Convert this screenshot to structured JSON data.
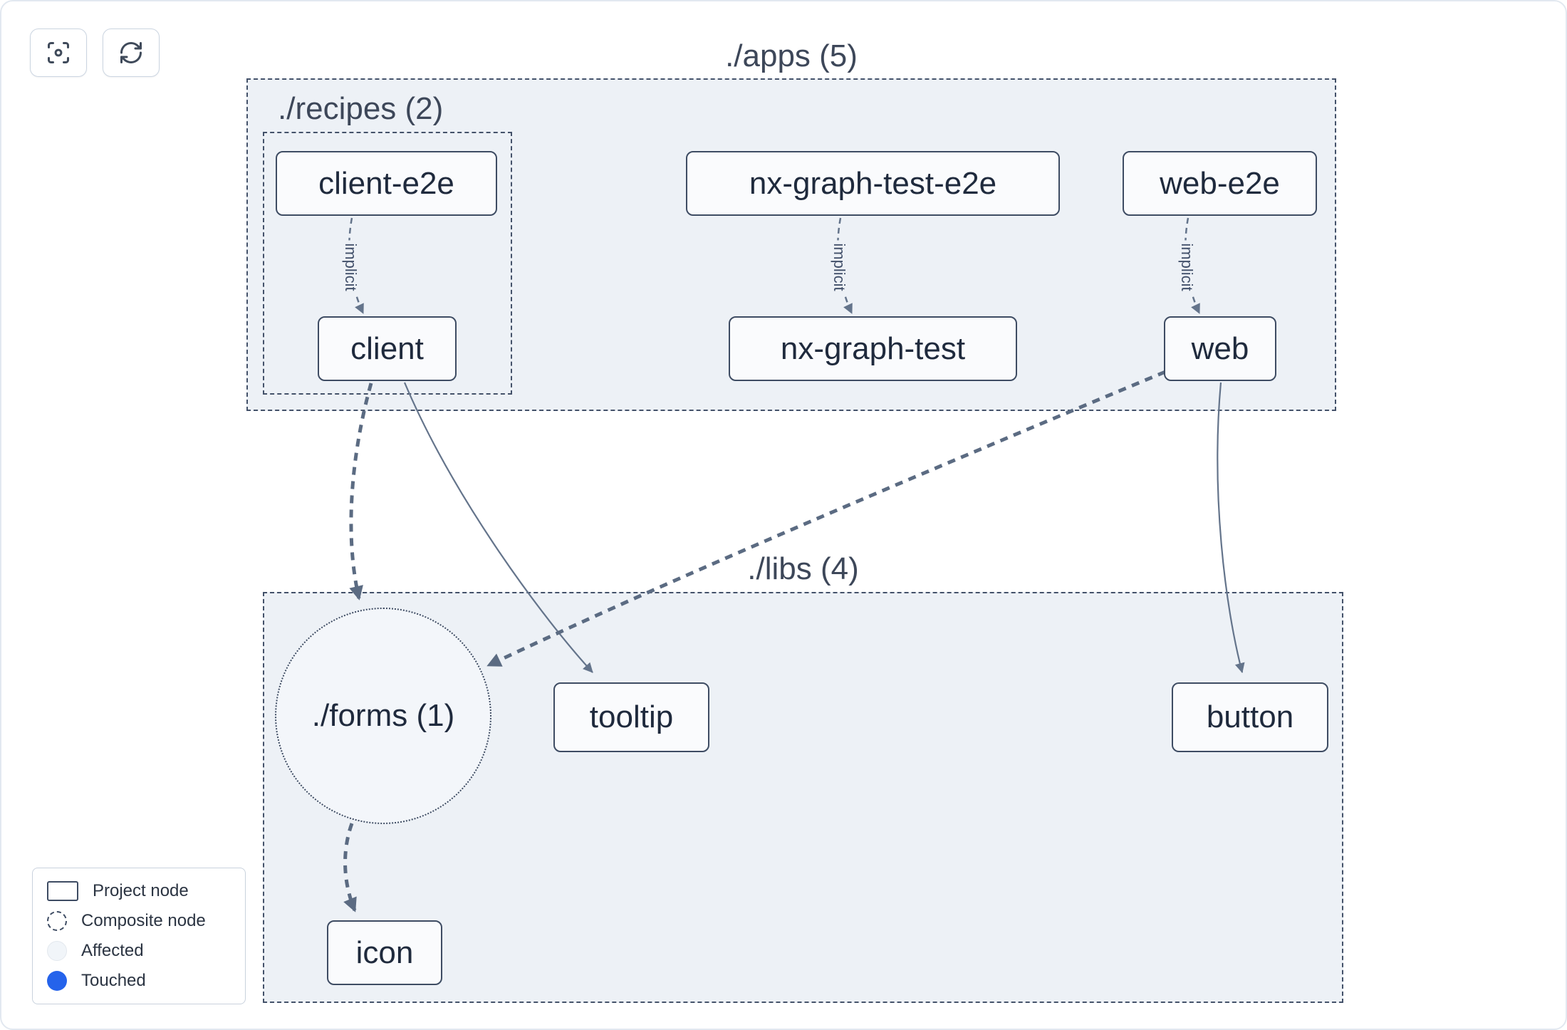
{
  "toolbar": {
    "focus_button": {
      "icon": "focus-icon"
    },
    "refresh_button": {
      "icon": "refresh-icon"
    }
  },
  "graph": {
    "groups": {
      "apps": {
        "label": "./apps (5)"
      },
      "recipes": {
        "label": "./recipes (2)"
      },
      "libs": {
        "label": "./libs (4)"
      }
    },
    "nodes": {
      "client_e2e": {
        "label": "client-e2e",
        "type": "project"
      },
      "nx_graph_test_e2e": {
        "label": "nx-graph-test-e2e",
        "type": "project"
      },
      "web_e2e": {
        "label": "web-e2e",
        "type": "project"
      },
      "client": {
        "label": "client",
        "type": "project"
      },
      "nx_graph_test": {
        "label": "nx-graph-test",
        "type": "project"
      },
      "web": {
        "label": "web",
        "type": "project"
      },
      "forms": {
        "label": "./forms (1)",
        "type": "composite"
      },
      "tooltip": {
        "label": "tooltip",
        "type": "project"
      },
      "button": {
        "label": "button",
        "type": "project"
      },
      "icon": {
        "label": "icon",
        "type": "project"
      }
    },
    "edges": [
      {
        "from": "client-e2e",
        "to": "client",
        "label": "implicit",
        "style": "implicit"
      },
      {
        "from": "nx-graph-test-e2e",
        "to": "nx-graph-test",
        "label": "implicit",
        "style": "implicit"
      },
      {
        "from": "web-e2e",
        "to": "web",
        "label": "implicit",
        "style": "implicit"
      },
      {
        "from": "client",
        "to": "./forms (1)",
        "label": "",
        "style": "composite"
      },
      {
        "from": "client",
        "to": "tooltip",
        "label": "",
        "style": "static"
      },
      {
        "from": "web",
        "to": "./forms (1)",
        "label": "",
        "style": "composite"
      },
      {
        "from": "web",
        "to": "button",
        "label": "",
        "style": "static"
      },
      {
        "from": "./forms (1)",
        "to": "icon",
        "label": "",
        "style": "composite"
      }
    ]
  },
  "legend": {
    "items": [
      {
        "label": "Project node"
      },
      {
        "label": "Composite node"
      },
      {
        "label": "Affected"
      },
      {
        "label": "Touched"
      }
    ]
  },
  "colors": {
    "touched": "#2563eb",
    "affected_fill": "#f1f5f9",
    "group_fill": "#edf1f6",
    "node_border": "#3e4c63",
    "edge": "#64748b"
  }
}
